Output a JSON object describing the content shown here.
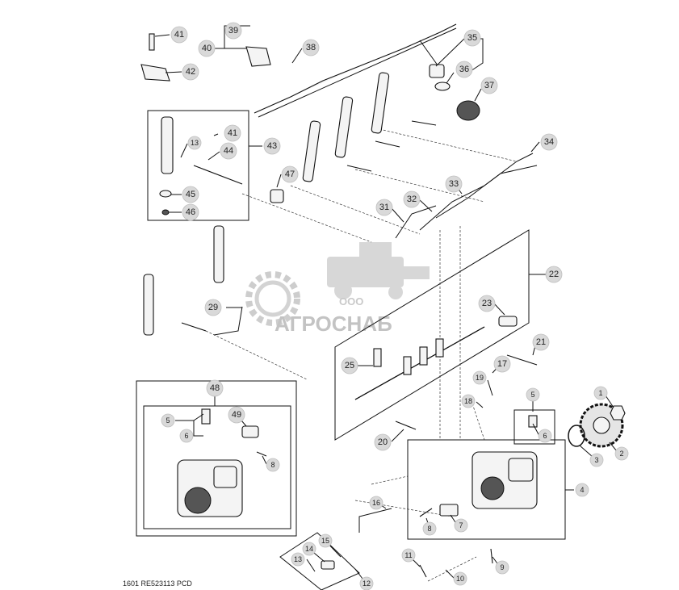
{
  "diagram": {
    "callouts": [
      "1",
      "2",
      "3",
      "4",
      "5",
      "5",
      "6",
      "6",
      "7",
      "8",
      "8",
      "9",
      "10",
      "11",
      "12",
      "13",
      "13",
      "14",
      "15",
      "16",
      "17",
      "18",
      "19",
      "20",
      "21",
      "22",
      "23",
      "25",
      "29",
      "31",
      "32",
      "33",
      "34",
      "35",
      "36",
      "37",
      "38",
      "39",
      "40",
      "41",
      "41",
      "42",
      "43",
      "44",
      "45",
      "46",
      "47",
      "48",
      "49"
    ],
    "footer": "1601  RE523113  PCD"
  },
  "watermark": {
    "company_prefix": "ООО",
    "company_name": "АГРОСНАБ"
  }
}
